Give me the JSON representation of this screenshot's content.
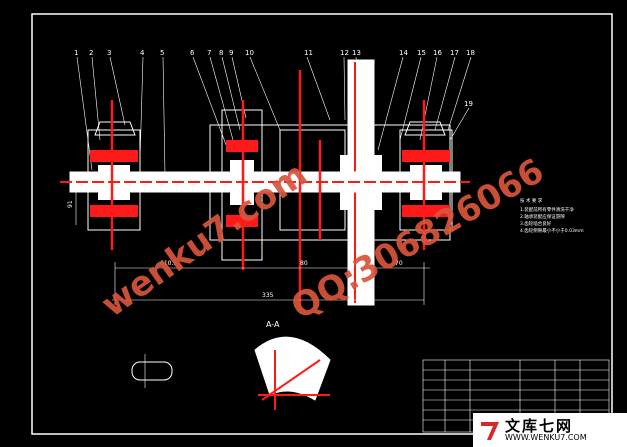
{
  "callouts": [
    "1",
    "2",
    "3",
    "4",
    "5",
    "6",
    "7",
    "8",
    "9",
    "10",
    "11",
    "12",
    "13",
    "14",
    "15",
    "16",
    "17",
    "18",
    "19"
  ],
  "dimensions": {
    "d1": "610.5",
    "d2": "80",
    "d3": "70",
    "d4": "335",
    "d5": "91"
  },
  "section_label": "A-A",
  "notes_title": "技 术 要 求",
  "notes": [
    "1.装配前所有零件清洗干净",
    "2.轴承装配应保证游隙",
    "3.齿轮啮合良好",
    "4.齿轮侧隙最小不小于0.03mm"
  ],
  "watermarks": {
    "site": "wenku7.com",
    "qq": "QQ:306826066"
  },
  "logo": {
    "cn": "文库七网",
    "url": "WWW.WENKU7.COM"
  },
  "colors": {
    "line": "#ffffff",
    "red": "#ff1a1a",
    "watermark": "#d9553b",
    "logo_red": "#d8262b"
  }
}
